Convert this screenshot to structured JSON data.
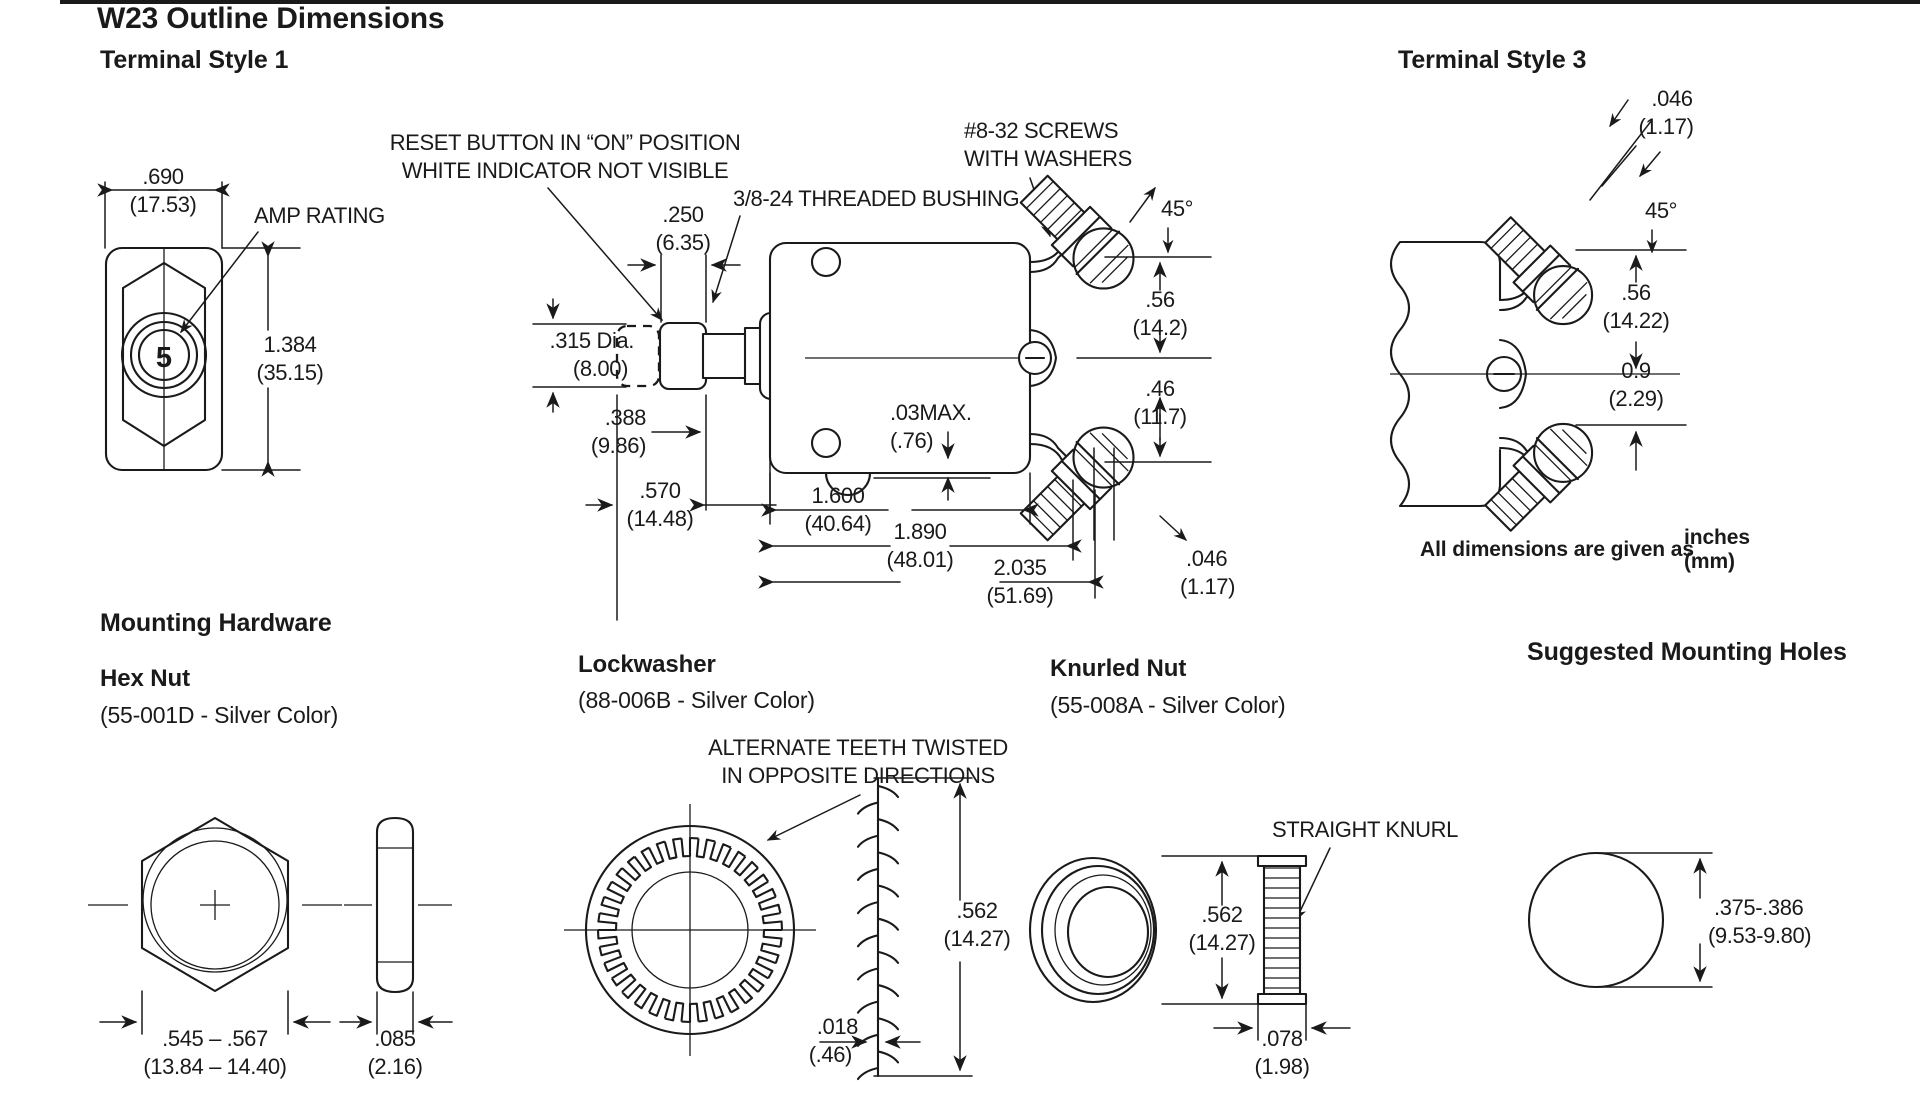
{
  "document": {
    "title": "W23 Outline Dimensions",
    "units_note_main": "All dimensions are given as",
    "units_note_num": "inches",
    "units_note_den": "(mm)"
  },
  "sections": {
    "terminal_style_1": "Terminal Style 1",
    "terminal_style_3": "Terminal Style 3",
    "mounting_hardware": "Mounting Hardware",
    "suggested_mounting_holes": "Suggested Mounting Holes"
  },
  "front_view": {
    "width_in": ".690",
    "width_mm": "(17.53)",
    "height_in": "1.384",
    "height_mm": "(35.15)",
    "amp_rating_label": "AMP RATING",
    "amp_rating_value": "5"
  },
  "side_view": {
    "callout_reset_line1": "RESET BUTTON IN “ON” POSITION",
    "callout_reset_line2": "WHITE INDICATOR NOT VISIBLE",
    "callout_bushing": "3/8-24 THREADED BUSHING",
    "callout_screws_line1": "#8-32 SCREWS",
    "callout_screws_line2": "WITH WASHERS",
    "button_dia_in": ".315 Dia.",
    "button_dia_mm": "(8.00)",
    "d250_in": ".250",
    "d250_mm": "(6.35)",
    "d388_in": ".388",
    "d388_mm": "(9.86)",
    "d570_in": ".570",
    "d570_mm": "(14.48)",
    "d1600_in": "1.600",
    "d1600_mm": "(40.64)",
    "d1890_in": "1.890",
    "d1890_mm": "(48.01)",
    "d2035_in": "2.035",
    "d2035_mm": "(51.69)",
    "d03max_in": ".03MAX.",
    "d03max_mm": "(.76)",
    "angle_45": "45°",
    "d56_in": ".56",
    "d56_mm": "(14.2)",
    "d46_in": ".46",
    "d46_mm": "(11.7)",
    "d046_in": ".046",
    "d046_mm": "(1.17)"
  },
  "style3_view": {
    "d046_in": ".046",
    "d046_mm": "(1.17)",
    "angle_45": "45°",
    "d56_in": ".56",
    "d56_mm": "(14.22)",
    "d09_in": "0.9",
    "d09_mm": "(2.29)"
  },
  "hardware": {
    "hex_nut": {
      "name": "Hex Nut",
      "part": "(55-001D - Silver Color)",
      "across_flats_in": ".545 – .567",
      "across_flats_mm": "(13.84 – 14.40)",
      "thickness_in": ".085",
      "thickness_mm": "(2.16)"
    },
    "lockwasher": {
      "name": "Lockwasher",
      "part": "(88-006B - Silver Color)",
      "callout_line1": "ALTERNATE TEETH TWISTED",
      "callout_line2": "IN OPPOSITE DIRECTIONS",
      "od_in": ".562",
      "od_mm": "(14.27)",
      "thickness_in": ".018",
      "thickness_mm": "(.46)"
    },
    "knurled_nut": {
      "name": "Knurled Nut",
      "part": "(55-008A - Silver Color)",
      "callout": "STRAIGHT KNURL",
      "od_in": ".562",
      "od_mm": "(14.27)",
      "thickness_in": ".078",
      "thickness_mm": "(1.98)"
    }
  },
  "mounting_holes": {
    "dia_in": ".375-.386",
    "dia_mm": "(9.53-9.80)"
  },
  "colors": {
    "ink": "#1a1a1a",
    "paper": "#ffffff"
  }
}
